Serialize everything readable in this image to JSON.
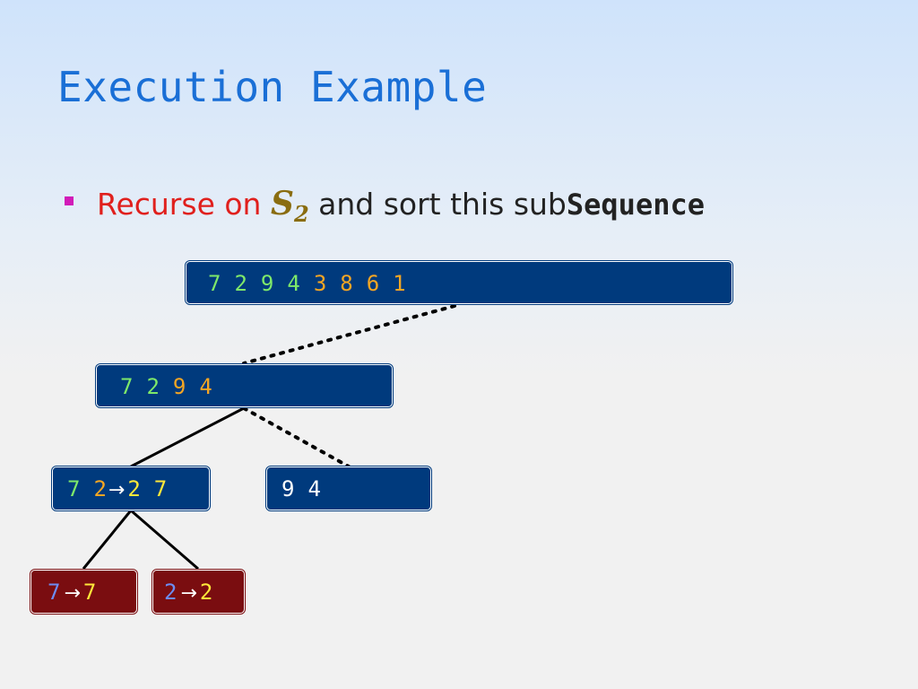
{
  "title": "Execution Example",
  "bullet": {
    "text1": "Recurse on ",
    "s_letter": "S",
    "s_sub": "2",
    "text2": " and sort this sub",
    "text3": "Sequence"
  },
  "nodes": {
    "root": [
      "7",
      "2",
      "9",
      "4",
      "3",
      "8",
      "6",
      "1"
    ],
    "left": [
      "7",
      "2",
      "9",
      "4"
    ],
    "ll_in": [
      "7",
      "2"
    ],
    "ll_arrow": "→",
    "ll_out": [
      "2",
      "7"
    ],
    "lr": [
      "9",
      "4"
    ],
    "leaf1_in": "7",
    "leaf1_arrow": "→",
    "leaf1_out": "7",
    "leaf2_in": "2",
    "leaf2_arrow": "→",
    "leaf2_out": "2"
  },
  "colors": {
    "title": "#1a6fd6",
    "node_fill": "#003a7d",
    "leaf_fill": "#7a0d10",
    "bullet_marker": "#d21bb8",
    "highlight_text": "#e0201d"
  }
}
